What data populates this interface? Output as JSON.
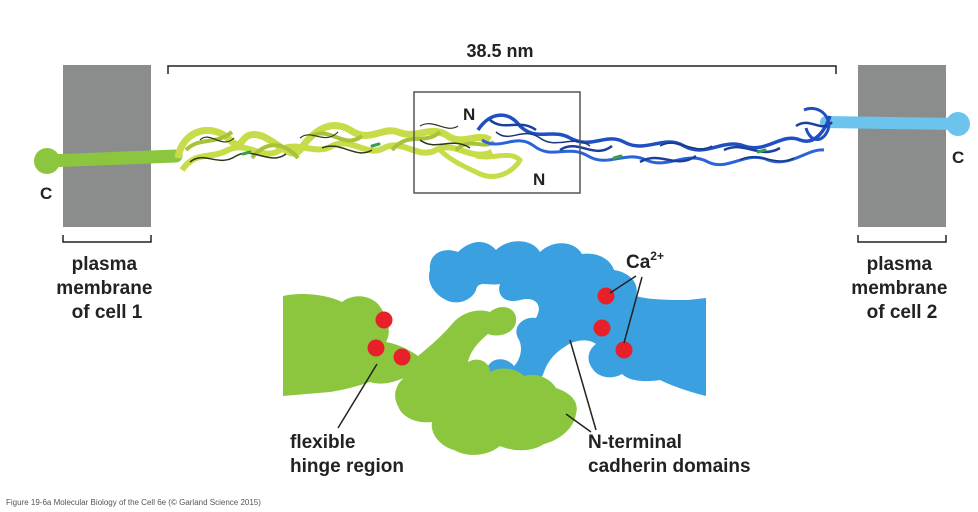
{
  "diagram": {
    "length_label": "38.5 nm",
    "n_terminus_label": "N",
    "c_terminus_label": "C",
    "membrane_left": [
      "plasma",
      "membrane",
      "of cell 1"
    ],
    "membrane_right": [
      "plasma",
      "membrane",
      "of cell 2"
    ],
    "calcium_label_base": "Ca",
    "calcium_label_sup": "2+",
    "hinge_label": [
      "flexible",
      "hinge region"
    ],
    "domains_label": [
      "N-terminal",
      "cadherin domains"
    ]
  },
  "caption": "Figure 19-6a  Molecular Biology of the Cell 6e (© Garland Science 2015)",
  "colors": {
    "membrane": "#8a8d8c",
    "cell1_protein": "#8cc63f",
    "cell1_structure": "#c8dc4a",
    "cell2_protein": "#3aa0e0",
    "cell2_structure": "#1f4fc0",
    "calcium": "#e8202a",
    "outline": "#222222"
  }
}
